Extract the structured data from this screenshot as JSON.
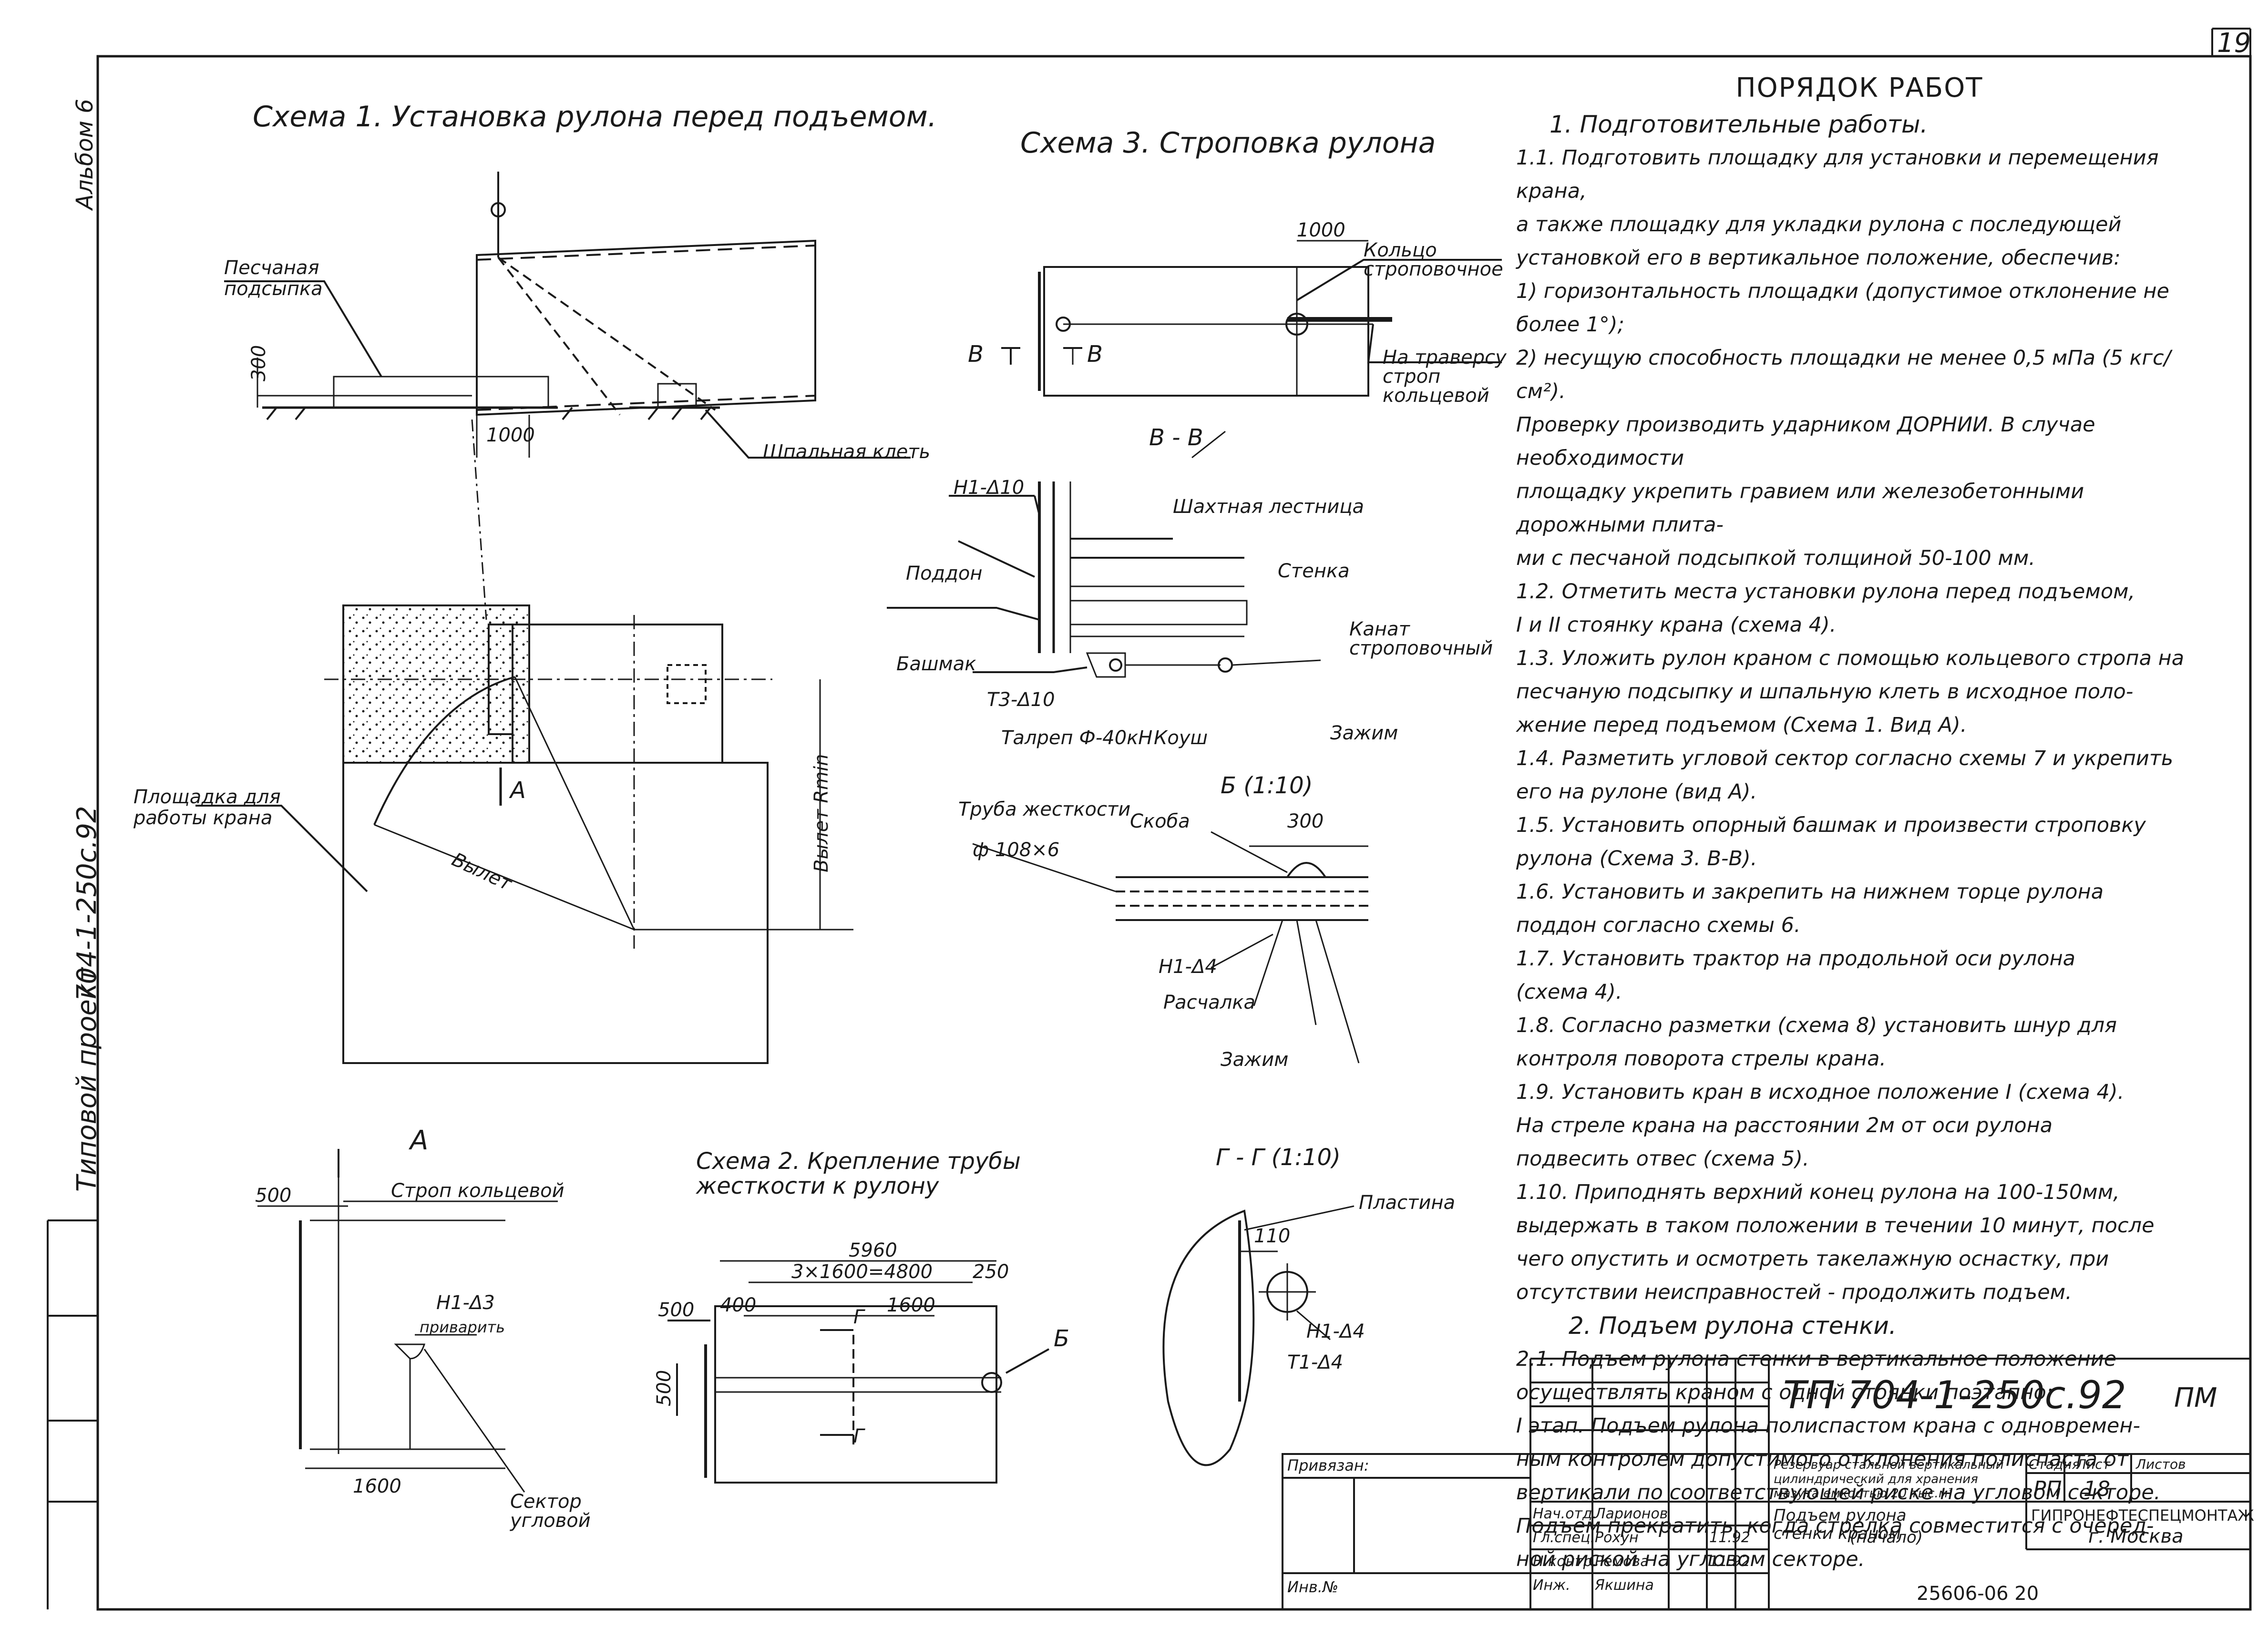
{
  "page_number": "19",
  "binder": {
    "album": "Альбом 6",
    "project_type": "Типовой проект",
    "project_code": "704-1-250с.92"
  },
  "scheme1": {
    "title": "Схема 1. Установка рулона перед подъемом.",
    "sand_bedding": "Песчаная подсыпка",
    "dim_300": "300",
    "dim_1000": "1000",
    "crib": "Шпальная клеть",
    "crane_area": "Площадка для работы крана",
    "view_a_mark": "А",
    "reach": "Вылет",
    "reach_min": "Вылет Rmin"
  },
  "scheme3": {
    "title": "Схема 3. Строповка рулона",
    "dim_1000": "1000",
    "ring_sling": "Кольцо строповочное",
    "to_beam": "На траверсу строп кольцевой",
    "mark_b1": "В",
    "mark_b2": "В",
    "section": "В - В"
  },
  "section_vv": {
    "h1_10": "Н1-Δ10",
    "ladder": "Шахтная лестница",
    "pallet": "Поддон",
    "wall": "Стенка",
    "shoe": "Башмак",
    "rope": "Канат строповочный",
    "t3_10": "Т3-Δ10",
    "turnbuckle": "Талреп Ф-40кН",
    "thimble": "Коуш",
    "clamp": "Зажим"
  },
  "view_b": {
    "title": "Б (1:10)",
    "pipe": "Труба жесткости",
    "pipe_size": "ф 108×6",
    "bracket": "Скоба",
    "dim_300": "300",
    "h1_4": "Н1-Δ4",
    "guy": "Расчалка",
    "clamp": "Зажим"
  },
  "view_a": {
    "title": "А",
    "dim_500": "500",
    "ring_sling": "Строп кольцевой",
    "h1_3": "Н1-Δ3",
    "weld": "приварить",
    "dim_1600": "1600",
    "sector": "Сектор угловой"
  },
  "scheme2": {
    "title": "Схема 2. Крепление трубы жесткости к рулону",
    "dim_5960": "5960",
    "dim_4800": "3×1600=4800",
    "dim_250": "250",
    "dim_400": "400",
    "dim_1600": "1600",
    "dim_500a": "500",
    "dim_500b": "500",
    "mark_g1": "Г",
    "mark_g2": "Г",
    "mark_b": "Б"
  },
  "section_gg": {
    "title": "Г - Г (1:10)",
    "plate": "Пластина",
    "dim_110": "110",
    "h1_4": "Н1-Δ4",
    "t1_4": "Т1-Δ4"
  },
  "procedure": {
    "title": "ПОРЯДОК РАБОТ",
    "section1": "1. Подготовительные работы.",
    "steps1": [
      "1.1. Подготовить площадку для установки и перемещения крана,",
      "а также площадку для укладки рулона с последующей",
      "установкой его в вертикальное положение, обеспечив:",
      "1) горизонтальность площадки (допустимое отклонение не",
      "более 1°);",
      "2) несущую способность площадки не менее 0,5 мПа (5 кгс/см²).",
      "Проверку производить ударником ДОРНИИ. В случае необходимости",
      "площадку укрепить гравием или железобетонными дорожными плита-",
      "ми с песчаной подсыпкой толщиной 50-100 мм.",
      "1.2. Отметить места установки рулона перед подъемом,",
      "I и II стоянку крана (схема 4).",
      "1.3. Уложить рулон краном с помощью кольцевого стропа на",
      "песчаную подсыпку и шпальную клеть в исходное поло-",
      "жение перед подъемом (Схема 1. Вид А).",
      "1.4. Разметить угловой сектор согласно схемы 7 и укрепить",
      "его на рулоне (вид А).",
      "1.5. Установить опорный башмак и произвести строповку",
      "рулона (Схема 3. В-В).",
      "1.6. Установить и закрепить на нижнем торце рулона",
      "поддон согласно схемы 6.",
      "1.7. Установить трактор на продольной оси рулона",
      "(схема 4).",
      "1.8. Согласно разметки (схема 8) установить шнур для",
      "контроля поворота стрелы крана.",
      "1.9. Установить кран в исходное положение I (схема 4).",
      "На стреле крана на расстоянии 2м от оси рулона",
      "подвесить отвес (схема 5).",
      "1.10. Приподнять верхний конец рулона на 100-150мм,",
      "выдержать в таком положении в течении 10 минут, после",
      "чего опустить и осмотреть такелажную оснастку, при",
      "отсутствии неисправностей - продолжить подъем."
    ],
    "section2": "2. Подъем рулона стенки.",
    "steps2": [
      "2.1. Подъем рулона стенки в вертикальное положение",
      "осуществлять краном с одной стоянки поэтапно:",
      "I этап. Подъем рулона полиспастом крана с одновремен-",
      "ным контролем допустимого отклонения полиспаста от",
      "вертикали по соответствующей риске на угловом секторе.",
      "Подъем прекратить, когда стрелка совместится с очеред-",
      "ной риской на угловом секторе."
    ]
  },
  "stamp": {
    "code": "ТП 704-1-250с.92",
    "mark": "ПМ",
    "tied": "Привязан:",
    "inv": "Инв.№",
    "roles": [
      "Нач.отд.",
      "Гл.спец.",
      "Н.контр.",
      "Инж."
    ],
    "names": [
      "Ларионов",
      "Рохун",
      "Ремова",
      "Якшина"
    ],
    "dates": [
      "",
      "11.92",
      "11.92",
      ""
    ],
    "object": "Резервуар стальной вертикальный цилиндрический для хранения мазута емкостью 20 тыс.м³",
    "sheet_title": "Подъем рулона стенки краном",
    "sheet_sub": "(начало)",
    "stage_h": "Стадия",
    "sheet_h": "Лист",
    "sheets_h": "Листов",
    "stage": "РП",
    "sheet": "18",
    "org": "ГИПРОНЕФТЕСПЕЦМОНТАЖ",
    "city": "г. Москва",
    "archive": "25606-06 20"
  }
}
